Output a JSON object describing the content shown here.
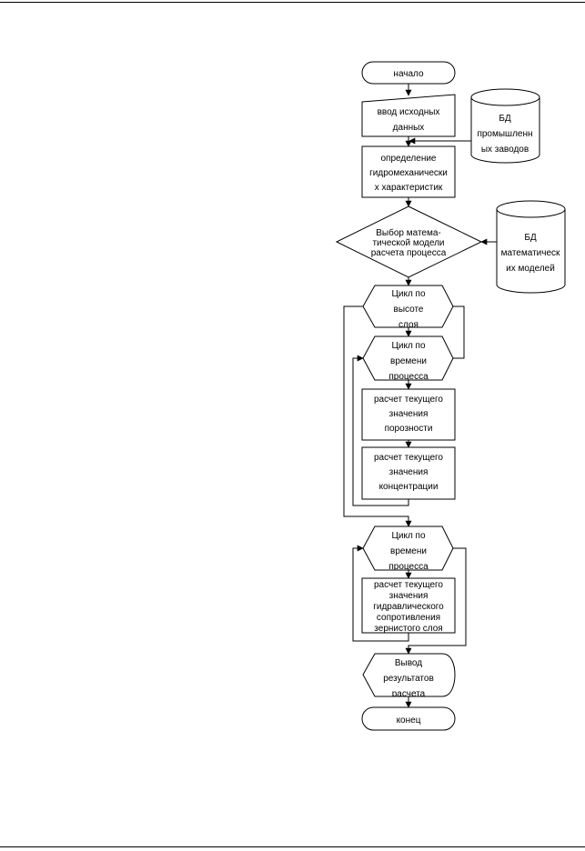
{
  "page": {
    "background": "#ffffff",
    "line_color": "#000000"
  },
  "flowchart": {
    "start": "начало",
    "input": [
      "ввод исходных",
      "данных"
    ],
    "db_industrial": [
      "БД",
      "промышленн",
      "ых заводов"
    ],
    "hydro": [
      "определение",
      "гидромеханически",
      "х характеристик"
    ],
    "model_choice": [
      "Выбор матема-",
      "тической модели",
      "расчета процесса"
    ],
    "db_math": [
      "БД",
      "математическ",
      "их моделей"
    ],
    "loop_height": [
      "Цикл по",
      "высоте",
      "слоя"
    ],
    "loop_time_1": [
      "Цикл по",
      "времени",
      "процесса"
    ],
    "calc_porosity": [
      "расчет текущего",
      "значения",
      "порозности"
    ],
    "calc_concentration": [
      "расчет текущего",
      "значения",
      "концентрации"
    ],
    "loop_time_2": [
      "Цикл по",
      "времени",
      "процесса"
    ],
    "calc_resistance": [
      "расчет текущего",
      "значения",
      "гидравлического",
      "сопротивления",
      "зернистого слоя"
    ],
    "output": [
      "Вывод",
      "результатов",
      "расчета"
    ],
    "end": "конец"
  }
}
